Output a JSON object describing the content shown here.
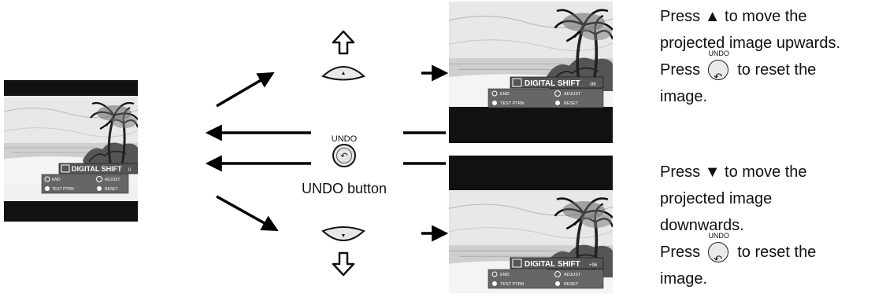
{
  "screen": {
    "title": "DIGITAL SHIFT",
    "menu_end": "END",
    "menu_adjust": "ADJUST",
    "menu_test": "TEST PTRN",
    "menu_reset": "RESET"
  },
  "screens": {
    "center_value": "0",
    "up_value": "-96",
    "down_value": "+96"
  },
  "undo_button": {
    "caption": "UNDO",
    "label": "UNDO button"
  },
  "desc_up": {
    "line1_pre": "Press",
    "line1_arrow": "▲",
    "line1_post": "to move the",
    "line2": "projected image upwards.",
    "line3_pre": "Press",
    "undo_caption": "UNDO",
    "line3_post": "to reset the",
    "line4": "image."
  },
  "desc_down": {
    "line1_pre": "Press",
    "line1_arrow": "▼",
    "line1_post": "to move the",
    "line2": "projected image",
    "line3": "downwards.",
    "line4_pre": "Press",
    "undo_caption": "UNDO",
    "line4_post": "to reset the",
    "line5": "image."
  }
}
